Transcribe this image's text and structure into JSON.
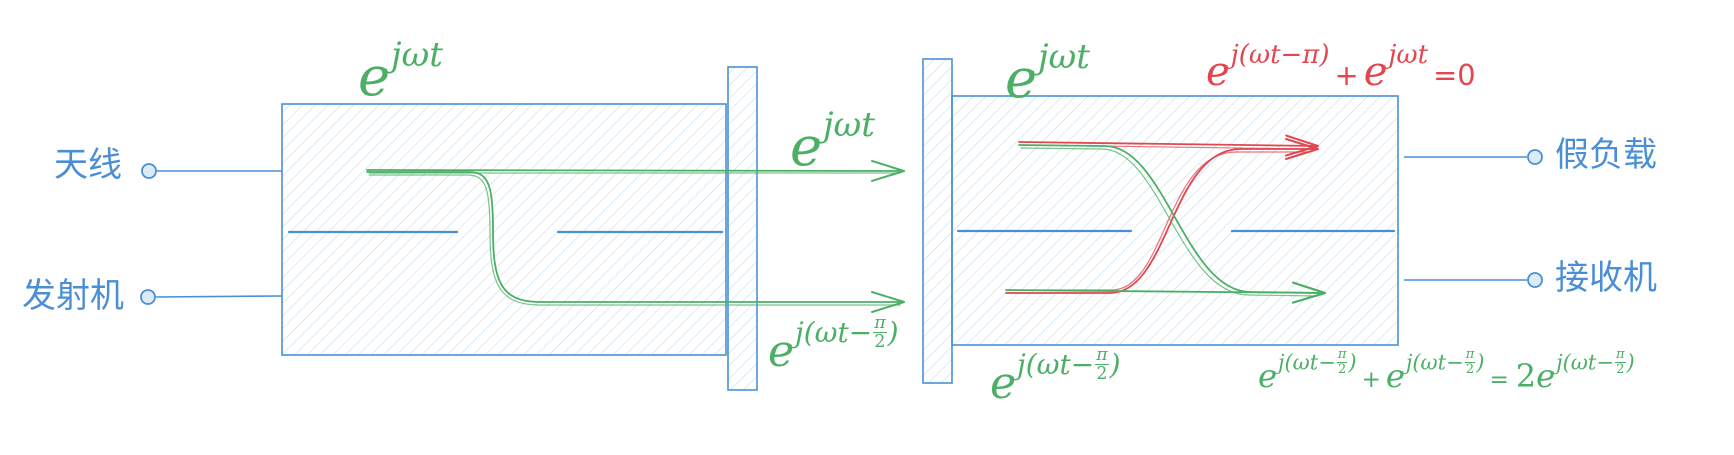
{
  "colors": {
    "blue": "#4a8fd6",
    "green": "#4caf66",
    "red": "#e2474f",
    "hatch": "#bcd7ef"
  },
  "ports": {
    "antenna": "天线",
    "transmitter": "发射机",
    "dummy_load": "假负载",
    "receiver": "接收机"
  },
  "formulas": {
    "left_input": {
      "base": "e",
      "sup": "jωt"
    },
    "left_output_through": {
      "base": "e",
      "sup": "jωt"
    },
    "left_output_coupled": {
      "base": "e",
      "sup_open": "j(ωt−",
      "frac_num": "π",
      "frac_den": "2",
      "sup_close": ")"
    },
    "right_input_top": {
      "base": "e",
      "sup": "jωt"
    },
    "right_input_bottom": {
      "base": "e",
      "sup_open": "j(ωt−",
      "frac_num": "π",
      "frac_den": "2",
      "sup_close": ")"
    },
    "dummy_load_sum": {
      "term1_base": "e",
      "term1_sup": "j(ωt−π)",
      "plus": "+",
      "term2_base": "e",
      "term2_sup": "jωt",
      "equals": "=0"
    },
    "receiver_sum": {
      "term1_base": "e",
      "term1_sup_open": "j(ωt−",
      "term1_frac_num": "π",
      "term1_frac_den": "2",
      "term1_sup_close": ")",
      "plus": "+",
      "term2_base": "e",
      "term2_sup_open": "j(ωt−",
      "term2_frac_num": "π",
      "term2_frac_den": "2",
      "term2_sup_close": ")",
      "equals": "=",
      "coef": "2",
      "term3_base": "e",
      "term3_sup_open": "j(ωt−",
      "term3_frac_num": "π",
      "term3_frac_den": "2",
      "term3_sup_close": ")"
    }
  },
  "icons": {
    "port_marker": "circle",
    "arrowhead": "open-chevron"
  }
}
